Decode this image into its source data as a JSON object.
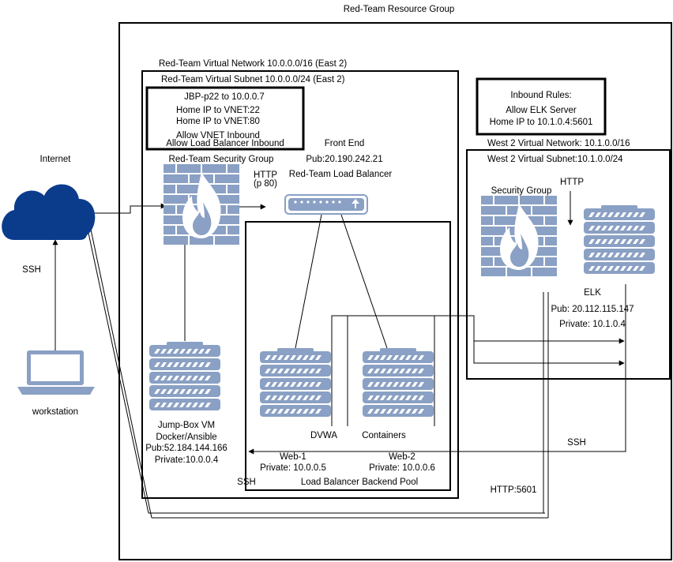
{
  "resource_group": {
    "title": "Red-Team Resource Group"
  },
  "internet": {
    "label": "Internet",
    "icon": "cloud-icon",
    "color": "#0b3c8c"
  },
  "workstation": {
    "label": "workstation",
    "icon": "laptop-icon",
    "ssh_label": "SSH"
  },
  "red_vnet": {
    "title": "Red-Team Virtual Network 10.0.0.0/16 (East 2)",
    "subnet_title": "Red-Team Virtual Subnet 10.0.0.0/24 (East 2)",
    "rules": [
      "JBP-p22 to 10.0.0.7",
      "Home IP to VNET:22",
      "Home IP to VNET:80",
      "Allow VNET Inbound",
      "Allow Load Balancer Inbound"
    ],
    "security_group_label": "Red-Team Security Group",
    "http_label": "HTTP",
    "http_port_label": "(p 80)",
    "front_end": "Front End",
    "front_end_pub": "Pub:20.190.242.21",
    "load_balancer_label": "Red-Team Load Balancer",
    "jumpbox": {
      "lines": [
        "Jump-Box VM",
        "Docker/Ansible",
        "Pub:52.184.144.166",
        "Private:10.0.0.4"
      ],
      "ssh_label": "SSH"
    },
    "backend_pool": {
      "title": "Load Balancer Backend Pool",
      "dvwa_label": "DVWA",
      "containers_label": "Containers",
      "web1": [
        "Web-1",
        "Private: 10.0.0.5"
      ],
      "web2": [
        "Web-2",
        "Private: 10.0.0.6"
      ]
    }
  },
  "inbound_rules": {
    "lines": [
      "Inbound Rules:",
      "Allow ELK Server",
      "Home IP to 10.1.0.4:5601"
    ]
  },
  "west_vnet": {
    "title": "West 2 Virtual Network: 10.1.0.0/16",
    "subnet_title": "West 2 Virtual Subnet:10.1.0.0/24",
    "security_group_label": "Security Group",
    "http_label": "HTTP",
    "elk": [
      "ELK",
      "Pub: 20.112.115.147",
      "Private: 10.1.0.4"
    ]
  },
  "connections": {
    "ssh_label": "SSH",
    "http_5601_label": "HTTP:5601"
  },
  "colors": {
    "firewall_brick": "#8aa0c4",
    "firewall_flame": "#ffffff",
    "server": "#8aa0c4",
    "line": "#000000"
  }
}
